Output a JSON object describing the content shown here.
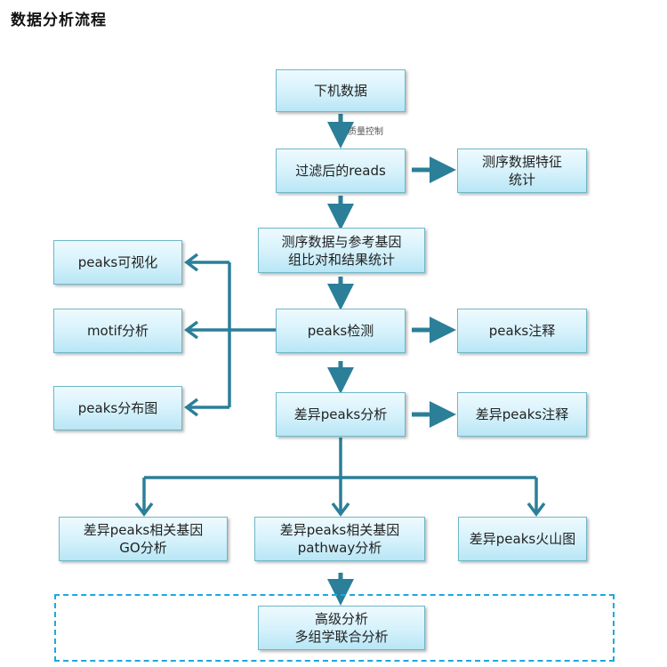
{
  "title": "数据分析流程",
  "edge_label_qc": "质量控制",
  "colors": {
    "arrow": "#2b7f98",
    "dashed_border": "#1ba9e0",
    "box_border": "#6fb7c8"
  },
  "nodes": {
    "raw_data": {
      "lines": [
        "下机数据"
      ]
    },
    "filtered_reads": {
      "lines": [
        "过滤后的reads"
      ]
    },
    "seq_stats": {
      "lines": [
        "测序数据特征",
        "统计"
      ]
    },
    "alignment": {
      "lines": [
        "测序数据与参考基因",
        "组比对和结果统计"
      ]
    },
    "peaks_vis": {
      "lines": [
        "peaks可视化"
      ]
    },
    "motif": {
      "lines": [
        "motif分析"
      ]
    },
    "peaks_dist": {
      "lines": [
        "peaks分布图"
      ]
    },
    "peaks_detect": {
      "lines": [
        "peaks检测"
      ]
    },
    "peaks_anno": {
      "lines": [
        "peaks注释"
      ]
    },
    "diff_peaks": {
      "lines": [
        "差异peaks分析"
      ]
    },
    "diff_peaks_anno": {
      "lines": [
        "差异peaks注释"
      ]
    },
    "go": {
      "lines": [
        "差异peaks相关基因",
        "GO分析"
      ]
    },
    "pathway": {
      "lines": [
        "差异peaks相关基因",
        "pathway分析"
      ]
    },
    "volcano": {
      "lines": [
        "差异peaks火山图"
      ]
    },
    "advanced": {
      "lines": [
        "高级分析",
        "多组学联合分析"
      ]
    }
  }
}
